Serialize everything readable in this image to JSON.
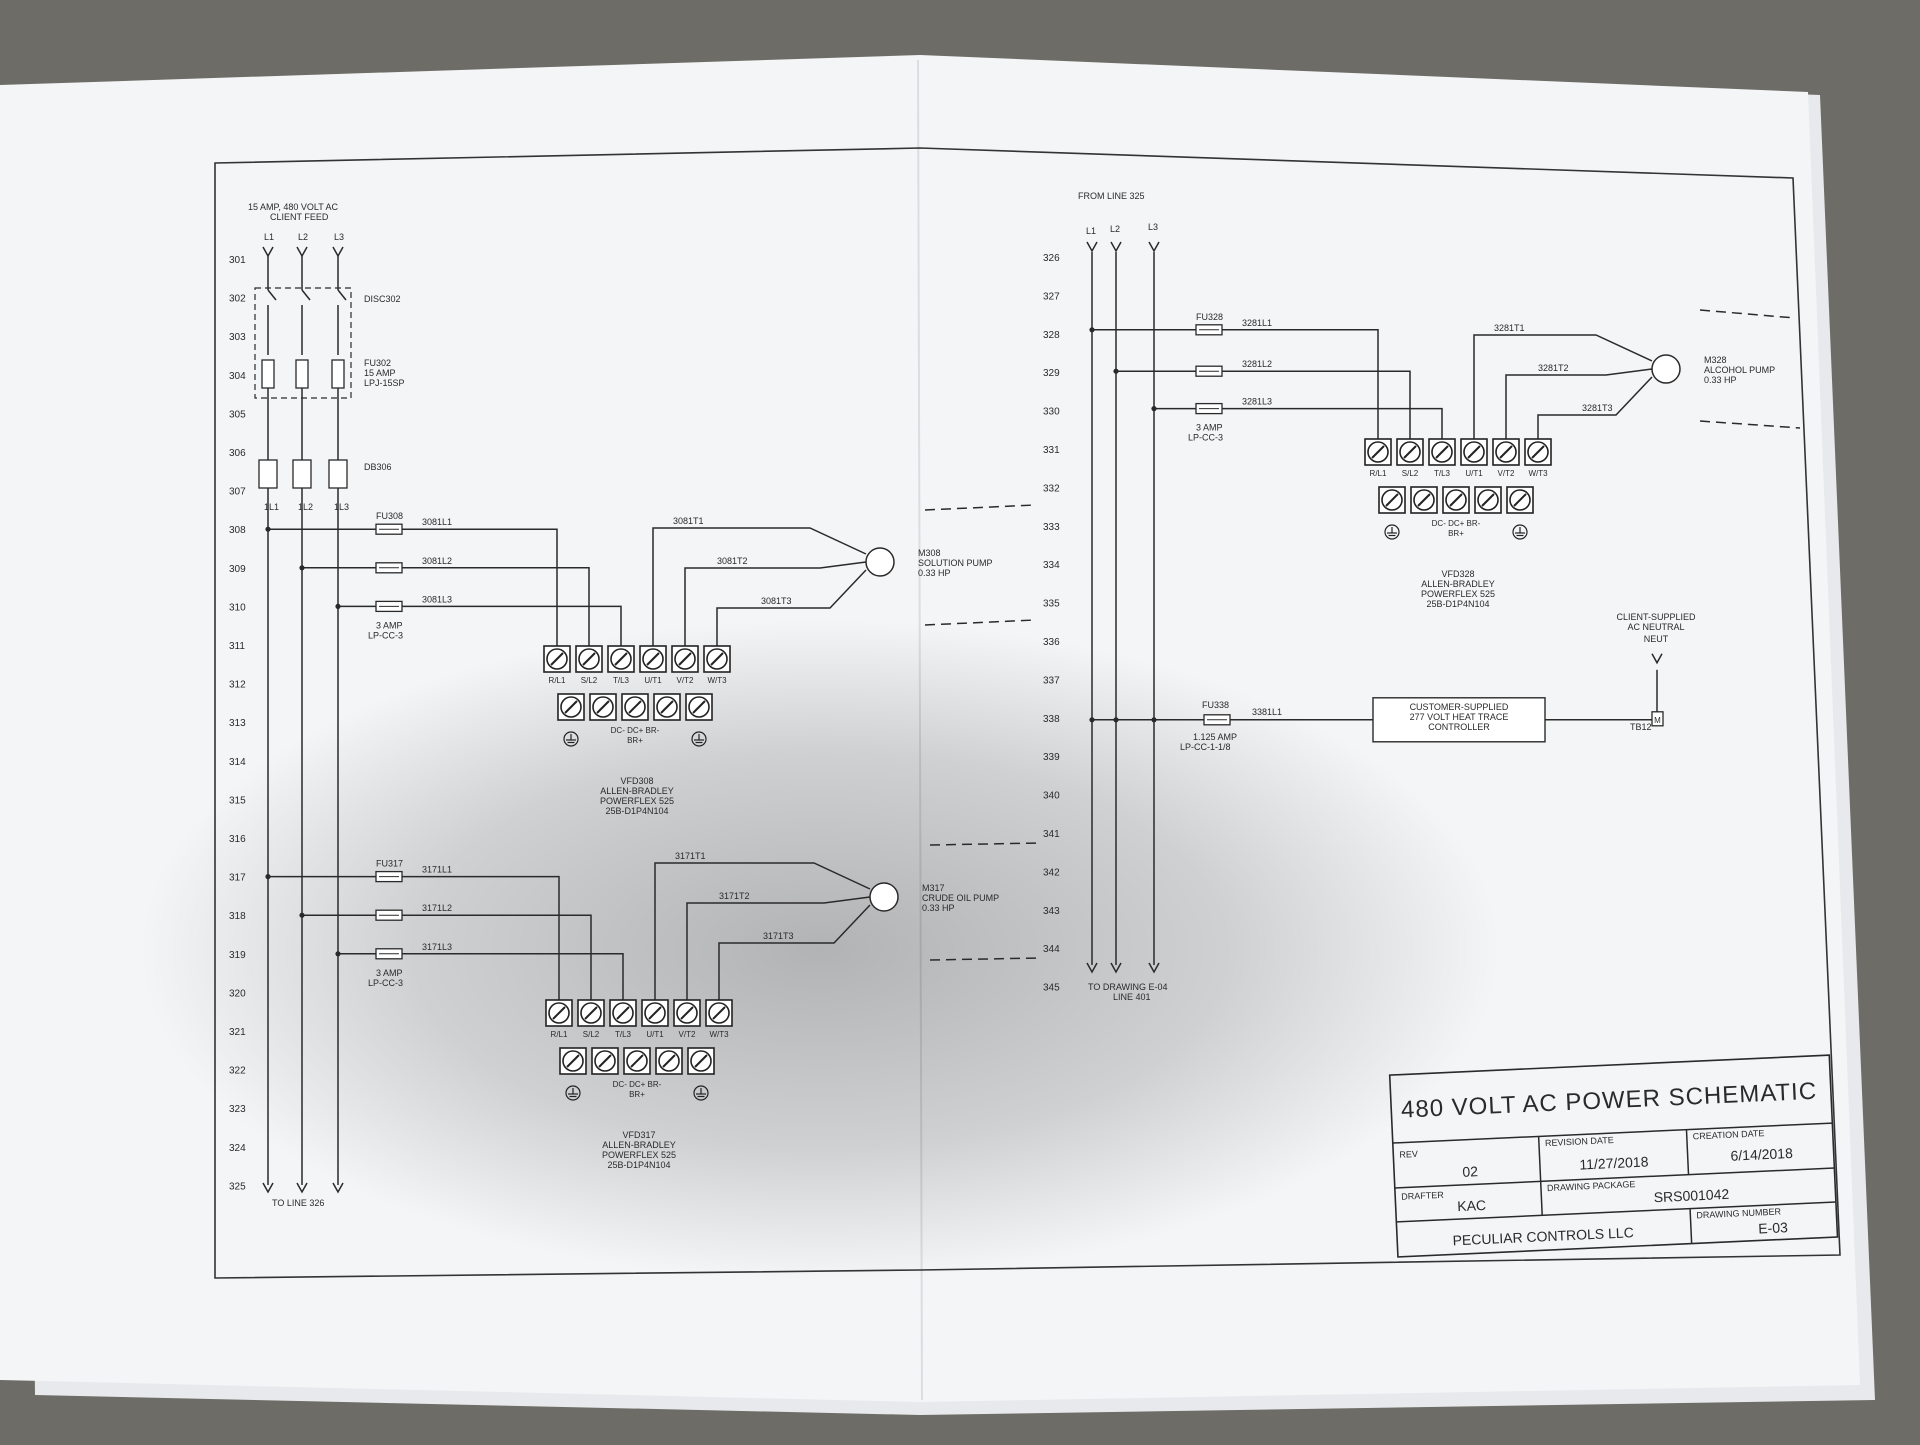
{
  "page": {
    "floor_color": "#6e6c66",
    "paper_color": "#f4f5f7",
    "ink_color": "#2a2a2a"
  },
  "left_sheet": {
    "feed_label_1": "15 AMP, 480 VOLT AC",
    "feed_label_2": "CLIENT FEED",
    "phases": [
      "L1",
      "L2",
      "L3"
    ],
    "line_numbers": [
      "301",
      "302",
      "303",
      "304",
      "305",
      "306",
      "307",
      "308",
      "309",
      "310",
      "311",
      "312",
      "313",
      "314",
      "315",
      "316",
      "317",
      "318",
      "319",
      "320",
      "321",
      "322",
      "323",
      "324",
      "325"
    ],
    "disconnect_label": "DISC302",
    "fuse_block": [
      "FU302",
      "15 AMP",
      "LPJ-15SP"
    ],
    "distribution_block": "DB306",
    "bus_labels": [
      "1L1",
      "1L2",
      "1L3"
    ],
    "to_next": "TO LINE 326",
    "circuit_308": {
      "fuse_label": "FU308",
      "line_wires": [
        "3081L1",
        "3081L2",
        "3081L3"
      ],
      "fuse_rating": [
        "3 AMP",
        "LP-CC-3"
      ],
      "motor_wires": [
        "3081T1",
        "3081T2",
        "3081T3"
      ],
      "motor_label": [
        "M308",
        "SOLUTION PUMP",
        "0.33 HP"
      ],
      "vfd_top_terminals": [
        "R/L1",
        "S/L2",
        "T/L3",
        "U/T1",
        "V/T2",
        "W/T3"
      ],
      "vfd_bottom_terminals": "DC-   DC+   BR-",
      "vfd_bottom_terminals_2": "BR+",
      "vfd_label": [
        "VFD308",
        "ALLEN-BRADLEY",
        "POWERFLEX 525",
        "25B-D1P4N104"
      ]
    },
    "circuit_317": {
      "fuse_label": "FU317",
      "line_wires": [
        "3171L1",
        "3171L2",
        "3171L3"
      ],
      "fuse_rating": [
        "3 AMP",
        "LP-CC-3"
      ],
      "motor_wires": [
        "3171T1",
        "3171T2",
        "3171T3"
      ],
      "motor_label": [
        "M317",
        "CRUDE OIL PUMP",
        "0.33 HP"
      ],
      "vfd_top_terminals": [
        "R/L1",
        "S/L2",
        "T/L3",
        "U/T1",
        "V/T2",
        "W/T3"
      ],
      "vfd_bottom_terminals": "DC-   DC+   BR-",
      "vfd_bottom_terminals_2": "BR+",
      "vfd_label": [
        "VFD317",
        "ALLEN-BRADLEY",
        "POWERFLEX 525",
        "25B-D1P4N104"
      ]
    }
  },
  "right_sheet": {
    "from_label": "FROM LINE 325",
    "phases": [
      "L1",
      "L2",
      "L3"
    ],
    "line_numbers": [
      "326",
      "327",
      "328",
      "329",
      "330",
      "331",
      "332",
      "333",
      "334",
      "335",
      "336",
      "337",
      "338",
      "339",
      "340",
      "341",
      "342",
      "343",
      "344",
      "345"
    ],
    "to_next": [
      "TO DRAWING E-04",
      "LINE 401"
    ],
    "circuit_328": {
      "fuse_label": "FU328",
      "line_wires": [
        "3281L1",
        "3281L2",
        "3281L3"
      ],
      "fuse_rating": [
        "3 AMP",
        "LP-CC-3"
      ],
      "motor_wires": [
        "3281T1",
        "3281T2",
        "3281T3"
      ],
      "motor_label": [
        "M328",
        "ALCOHOL PUMP",
        "0.33 HP"
      ],
      "vfd_top_terminals": [
        "R/L1",
        "S/L2",
        "T/L3",
        "U/T1",
        "V/T2",
        "W/T3"
      ],
      "vfd_bottom_terminals": "DC-   DC+   BR-",
      "vfd_bottom_terminals_2": "BR+",
      "vfd_label": [
        "VFD328",
        "ALLEN-BRADLEY",
        "POWERFLEX 525",
        "25B-D1P4N104"
      ]
    },
    "circuit_338": {
      "fuse_label": "FU338",
      "line_wire": "3381L1",
      "fuse_rating": [
        "1.125 AMP",
        "LP-CC-1-1/8"
      ],
      "controller_label": [
        "CUSTOMER-SUPPLIED",
        "277 VOLT HEAT TRACE",
        "CONTROLLER"
      ],
      "neutral_label": [
        "CLIENT-SUPPLIED",
        "AC NEUTRAL"
      ],
      "neut": "NEUT",
      "terminal": "TB12",
      "terminal_mark": "M"
    }
  },
  "title_block": {
    "title": "480 VOLT AC POWER SCHEMATIC",
    "rev_label": "REV",
    "rev": "02",
    "revision_date_label": "REVISION DATE",
    "revision_date": "11/27/2018",
    "creation_date_label": "CREATION DATE",
    "creation_date": "6/14/2018",
    "drafter_label": "DRAFTER",
    "drafter": "KAC",
    "drawing_package_label": "DRAWING PACKAGE",
    "drawing_package": "SRS001042",
    "drawing_number_label": "DRAWING NUMBER",
    "drawing_number": "E-03",
    "company": "PECULIAR CONTROLS LLC"
  }
}
